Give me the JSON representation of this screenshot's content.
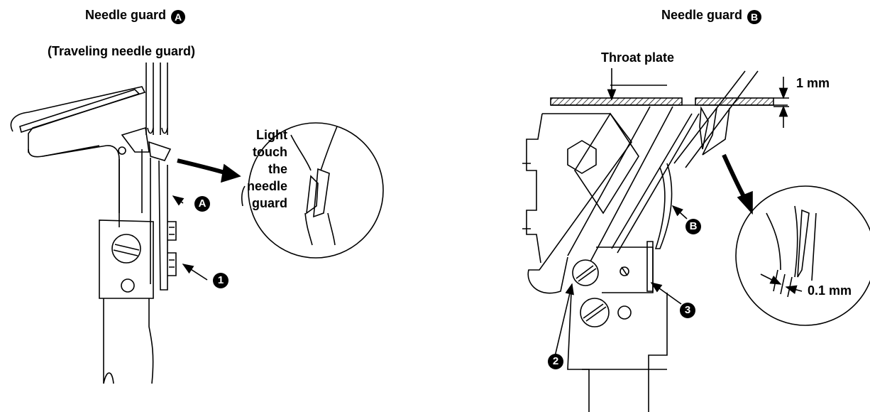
{
  "left_panel": {
    "title": "Needle guard",
    "title_badge": "A",
    "subtitle": "(Traveling needle guard)",
    "callout_lines": [
      "Light",
      "touch",
      "the",
      "needle",
      "guard"
    ],
    "marker_a": "A",
    "marker_1": "1"
  },
  "right_panel": {
    "title": "Needle guard",
    "title_badge": "B",
    "throat_plate_label": "Throat plate",
    "gap_label": "1 mm",
    "clearance_label": "0.1 mm",
    "marker_b": "B",
    "marker_2": "2",
    "marker_3": "3"
  }
}
